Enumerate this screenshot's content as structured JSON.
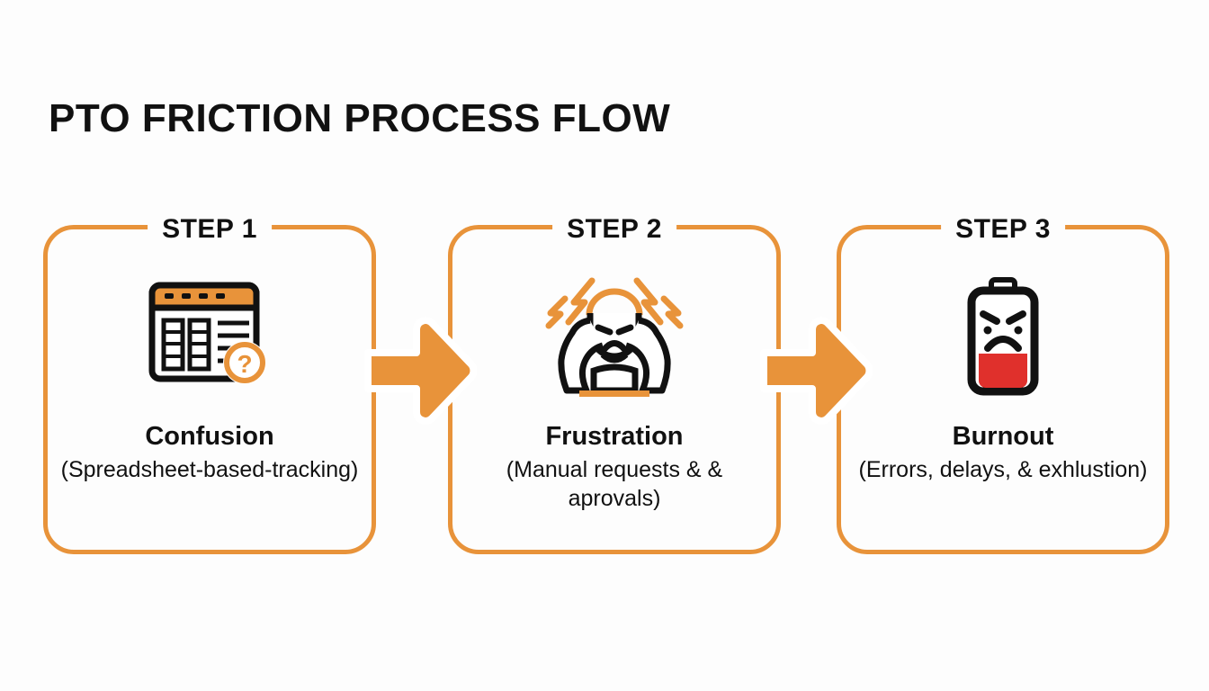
{
  "page": {
    "title": "PTO FRICTION PROCESS FLOW",
    "background_color": "#FDFDFD",
    "accent_color": "#E8933A",
    "text_color": "#111111",
    "alert_color": "#E0302C"
  },
  "diagram": {
    "type": "process-flow",
    "orientation": "horizontal",
    "step_count": 3,
    "connector": "block-arrow",
    "steps": [
      {
        "step_label": "STEP 1",
        "icon": "spreadsheet-question-icon",
        "title": "Confusion",
        "subtitle": "(Spreadsheet-based-tracking)"
      },
      {
        "step_label": "STEP 2",
        "icon": "frustrated-person-icon",
        "title": "Frustration",
        "subtitle": "(Manual requests & & aprovals)"
      },
      {
        "step_label": "STEP 3",
        "icon": "low-battery-angry-icon",
        "title": "Burnout",
        "subtitle": "(Errors, delays, & exhlustion)"
      }
    ],
    "connectors": [
      {
        "name": "arrow-step1-to-step2",
        "direction": "right"
      },
      {
        "name": "arrow-step2-to-step3",
        "direction": "right"
      }
    ]
  }
}
